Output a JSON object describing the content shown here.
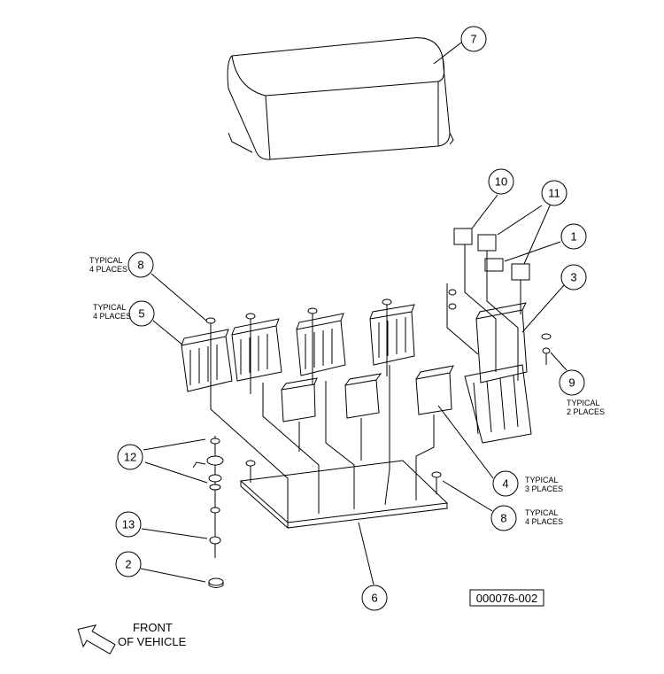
{
  "drawing_number": "000076-002",
  "front_label": [
    "FRONT",
    "OF VEHICLE"
  ],
  "callouts": {
    "c7": "7",
    "c10": "10",
    "c11": "11",
    "c1": "1",
    "c3": "3",
    "c8a": "8",
    "c5": "5",
    "c9": "9",
    "c12": "12",
    "c4": "4",
    "c8b": "8",
    "c13": "13",
    "c2": "2",
    "c6": "6"
  },
  "notes": {
    "n8a": [
      "TYPICAL",
      "4 PLACES"
    ],
    "n5": [
      "TYPICAL",
      "4 PLACES"
    ],
    "n9": [
      "TYPICAL",
      "2 PLACES"
    ],
    "n4": [
      "TYPICAL",
      "3  PLACES"
    ],
    "n8b": [
      "TYPICAL",
      "4 PLACES"
    ]
  }
}
